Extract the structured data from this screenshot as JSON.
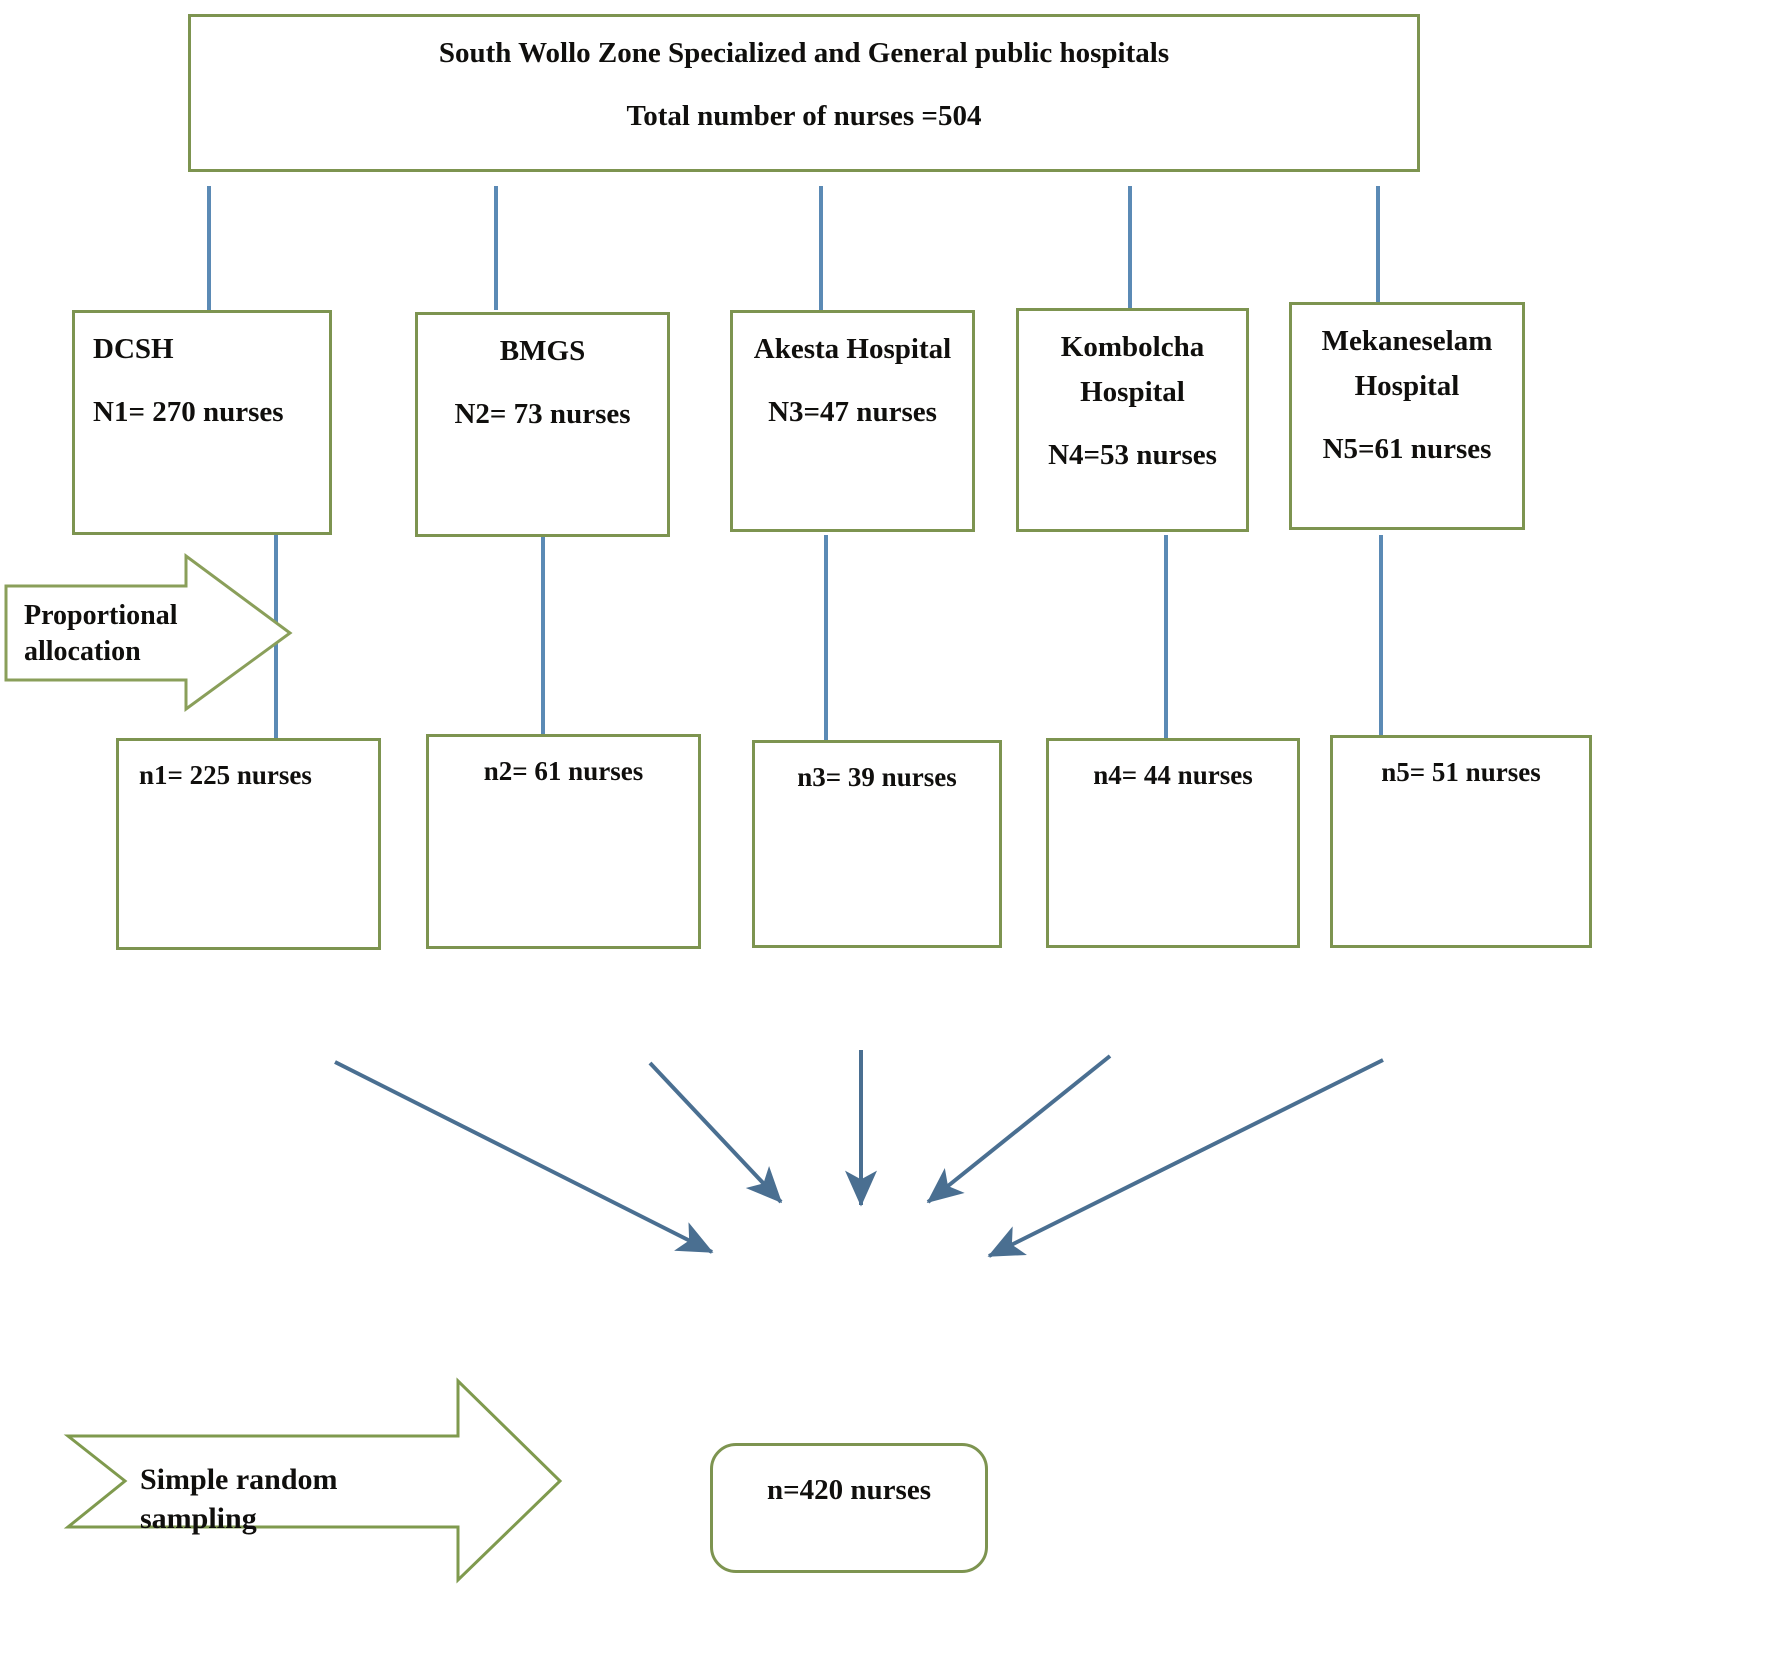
{
  "diagram": {
    "title_box": {
      "line1": "South Wollo Zone Specialized and General public hospitals",
      "line2": "Total number of nurses =504"
    },
    "hospitals": [
      {
        "name": "DCSH",
        "name2": "",
        "population": "N1= 270 nurses"
      },
      {
        "name": "BMGS",
        "name2": "",
        "population": "N2= 73 nurses"
      },
      {
        "name": "Akesta Hospital",
        "name2": "",
        "population": "N3=47 nurses"
      },
      {
        "name": "Kombolcha",
        "name2": "Hospital",
        "population": "N4=53 nurses"
      },
      {
        "name": "Mekaneselam",
        "name2": "Hospital",
        "population": "N5=61 nurses"
      }
    ],
    "samples": [
      {
        "label": "n1= 225 nurses"
      },
      {
        "label": "n2= 61 nurses"
      },
      {
        "label": "n3= 39 nurses"
      },
      {
        "label": "n4= 44 nurses"
      },
      {
        "label": "n5= 51 nurses"
      }
    ],
    "proportional_allocation": {
      "line1": "Proportional",
      "line2": "allocation"
    },
    "simple_random_sampling": {
      "label": "Simple random sampling"
    },
    "final_box": {
      "label": "n=420 nurses"
    },
    "colors": {
      "box_border": "#7d9450",
      "connector": "#5b8ab5",
      "arrow": "#4f7fa8",
      "text": "#100f0d",
      "background": "#ffffff"
    }
  }
}
